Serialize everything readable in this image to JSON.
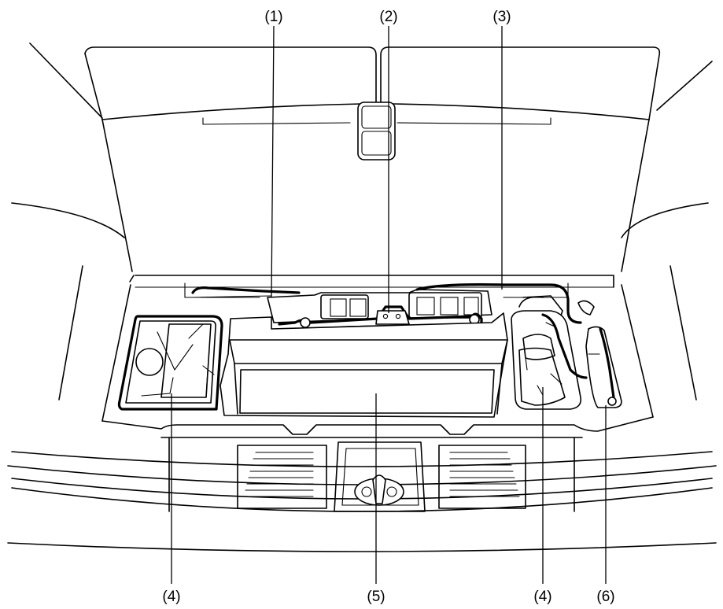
{
  "callouts": [
    {
      "id": "c1",
      "label": "(1)"
    },
    {
      "id": "c2",
      "label": "(2)"
    },
    {
      "id": "c3",
      "label": "(3)"
    },
    {
      "id": "c4a",
      "label": "(4)"
    },
    {
      "id": "c5",
      "label": "(5)"
    },
    {
      "id": "c4b",
      "label": "(4)"
    },
    {
      "id": "c6",
      "label": "(6)"
    }
  ]
}
